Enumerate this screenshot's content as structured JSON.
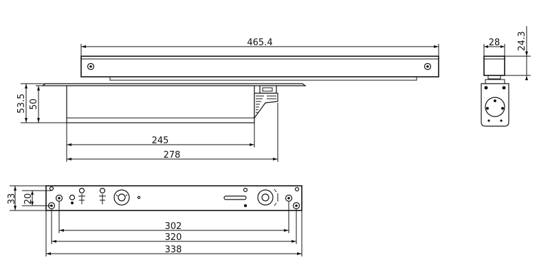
{
  "dimensions": {
    "track_length": "465.4",
    "track_width": "28",
    "track_height": "24.3",
    "body_height_outer": "53.5",
    "body_height_inner": "50",
    "body_length_short": "245",
    "body_length_long": "278",
    "plate_height_outer": "33",
    "plate_height_inner": "20",
    "hole_spacing_302": "302",
    "hole_spacing_320": "320",
    "plate_length": "338"
  },
  "colors": {
    "line": "#111111",
    "background": "#ffffff"
  }
}
